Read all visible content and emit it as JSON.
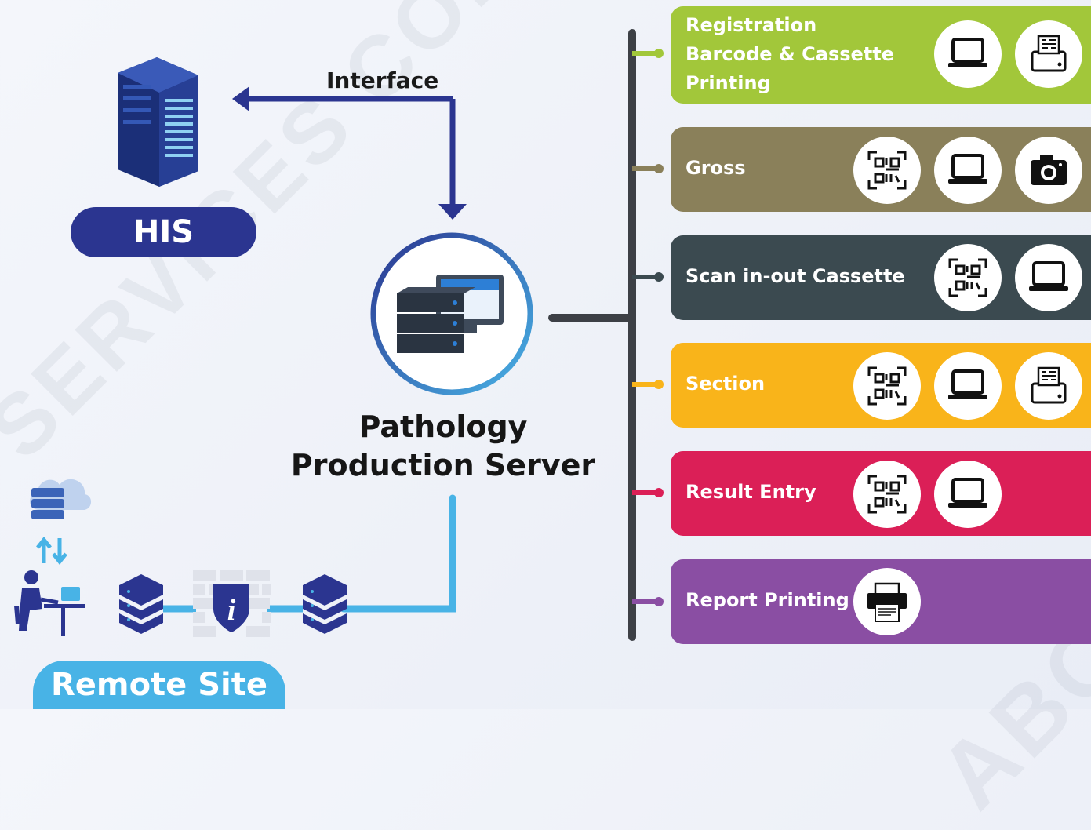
{
  "header": {
    "interface_label": "Interface",
    "his_label": "HIS",
    "server_title_line1": "Pathology",
    "server_title_line2": "Production Server",
    "remote_label": "Remote Site"
  },
  "watermark": {
    "left_text": "SERVICES CO., LT",
    "right_text": "ABORA"
  },
  "stations": [
    {
      "label": "Registration\nBarcode & Cassette\nPrinting",
      "color": "#a2c73a",
      "icons": [
        "laptop-icon",
        "label-printer-icon"
      ]
    },
    {
      "label": "Gross",
      "color": "#8a805a",
      "icons": [
        "qr-code-icon",
        "laptop-icon",
        "camera-icon"
      ]
    },
    {
      "label": "Scan in-out Cassette",
      "color": "#3b4a50",
      "icons": [
        "qr-code-icon",
        "laptop-icon"
      ]
    },
    {
      "label": "Section",
      "color": "#f9b41a",
      "icons": [
        "qr-code-icon",
        "laptop-icon",
        "label-printer-icon"
      ]
    },
    {
      "label": "Result Entry",
      "color": "#db1f57",
      "icons": [
        "qr-code-icon",
        "laptop-icon"
      ]
    },
    {
      "label": "Report Printing",
      "color": "#8a4ea3",
      "icons": [
        "document-printer-icon"
      ]
    }
  ],
  "colors": {
    "his_blue": "#2b3590",
    "remote_blue": "#48b3e6",
    "bus_line": "#3d4046"
  }
}
